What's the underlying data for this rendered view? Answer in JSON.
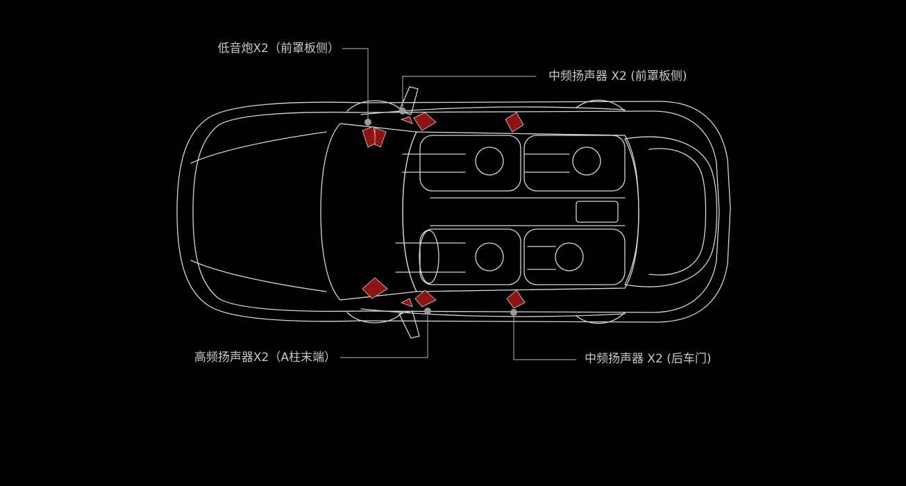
{
  "labels": {
    "subwoofer": "低音炮X2（前罩板侧）",
    "midrange_front": "中频扬声器 X2 (前罩板侧)",
    "tweeter": "高频扬声器X2（A柱末端）",
    "midrange_rear": "中频扬声器 X2 (后车门)"
  },
  "colors": {
    "background": "#000000",
    "outline": "#d8d8d8",
    "speaker": "#8e1414",
    "callout": "#9a9a9a",
    "text": "#c9c9c9"
  }
}
